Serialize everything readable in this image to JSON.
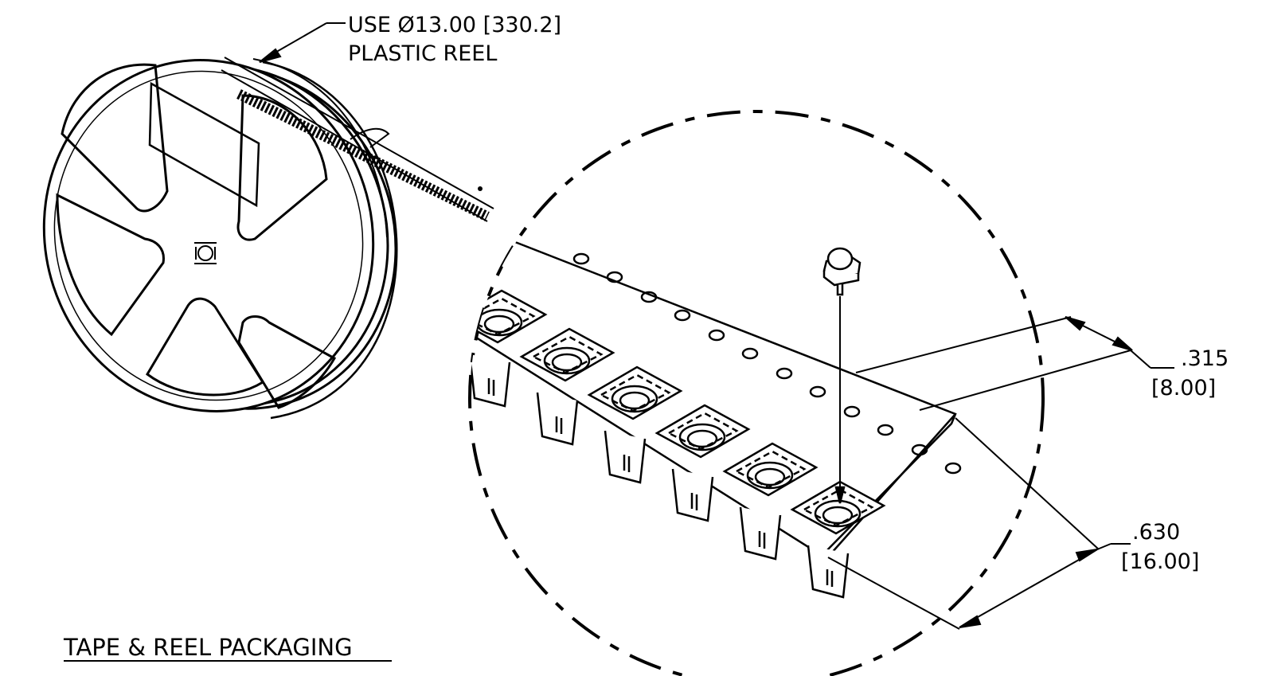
{
  "callouts": {
    "reel_line1": "USE Ø13.00 [330.2]",
    "reel_line2": "PLASTIC REEL"
  },
  "dimensions": {
    "pitch_in": ".315",
    "pitch_mm": "[8.00]",
    "width_in": ".630",
    "width_mm": "[16.00]"
  },
  "title": "TAPE & REEL PACKAGING",
  "colors": {
    "line": "#000000",
    "background": "#ffffff"
  }
}
